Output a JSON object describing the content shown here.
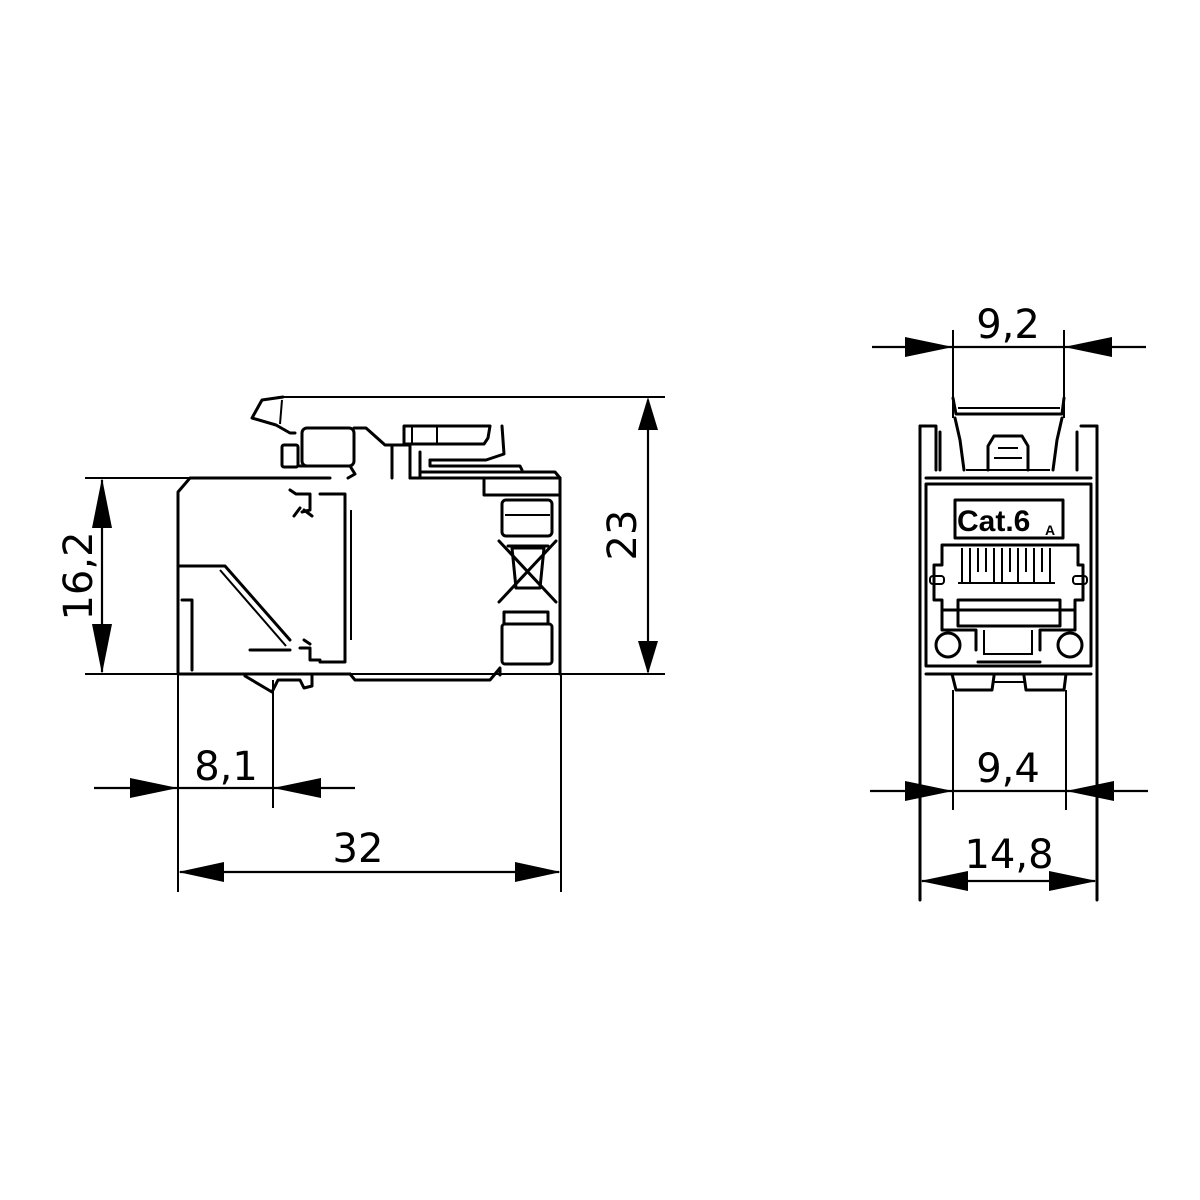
{
  "drawing": {
    "side_view": {
      "dimensions": {
        "height_total": "23",
        "height_body": "16,2",
        "offset": "8,1",
        "length": "32"
      },
      "symbol": "weee-crossed-bin"
    },
    "front_view": {
      "label_main": "Cat.6",
      "label_sub": "A",
      "dimensions": {
        "top_width": "9,2",
        "inner_width": "9,4",
        "outer_width": "14,8"
      }
    },
    "colors": {
      "line": "#000000",
      "background": "#ffffff"
    }
  }
}
